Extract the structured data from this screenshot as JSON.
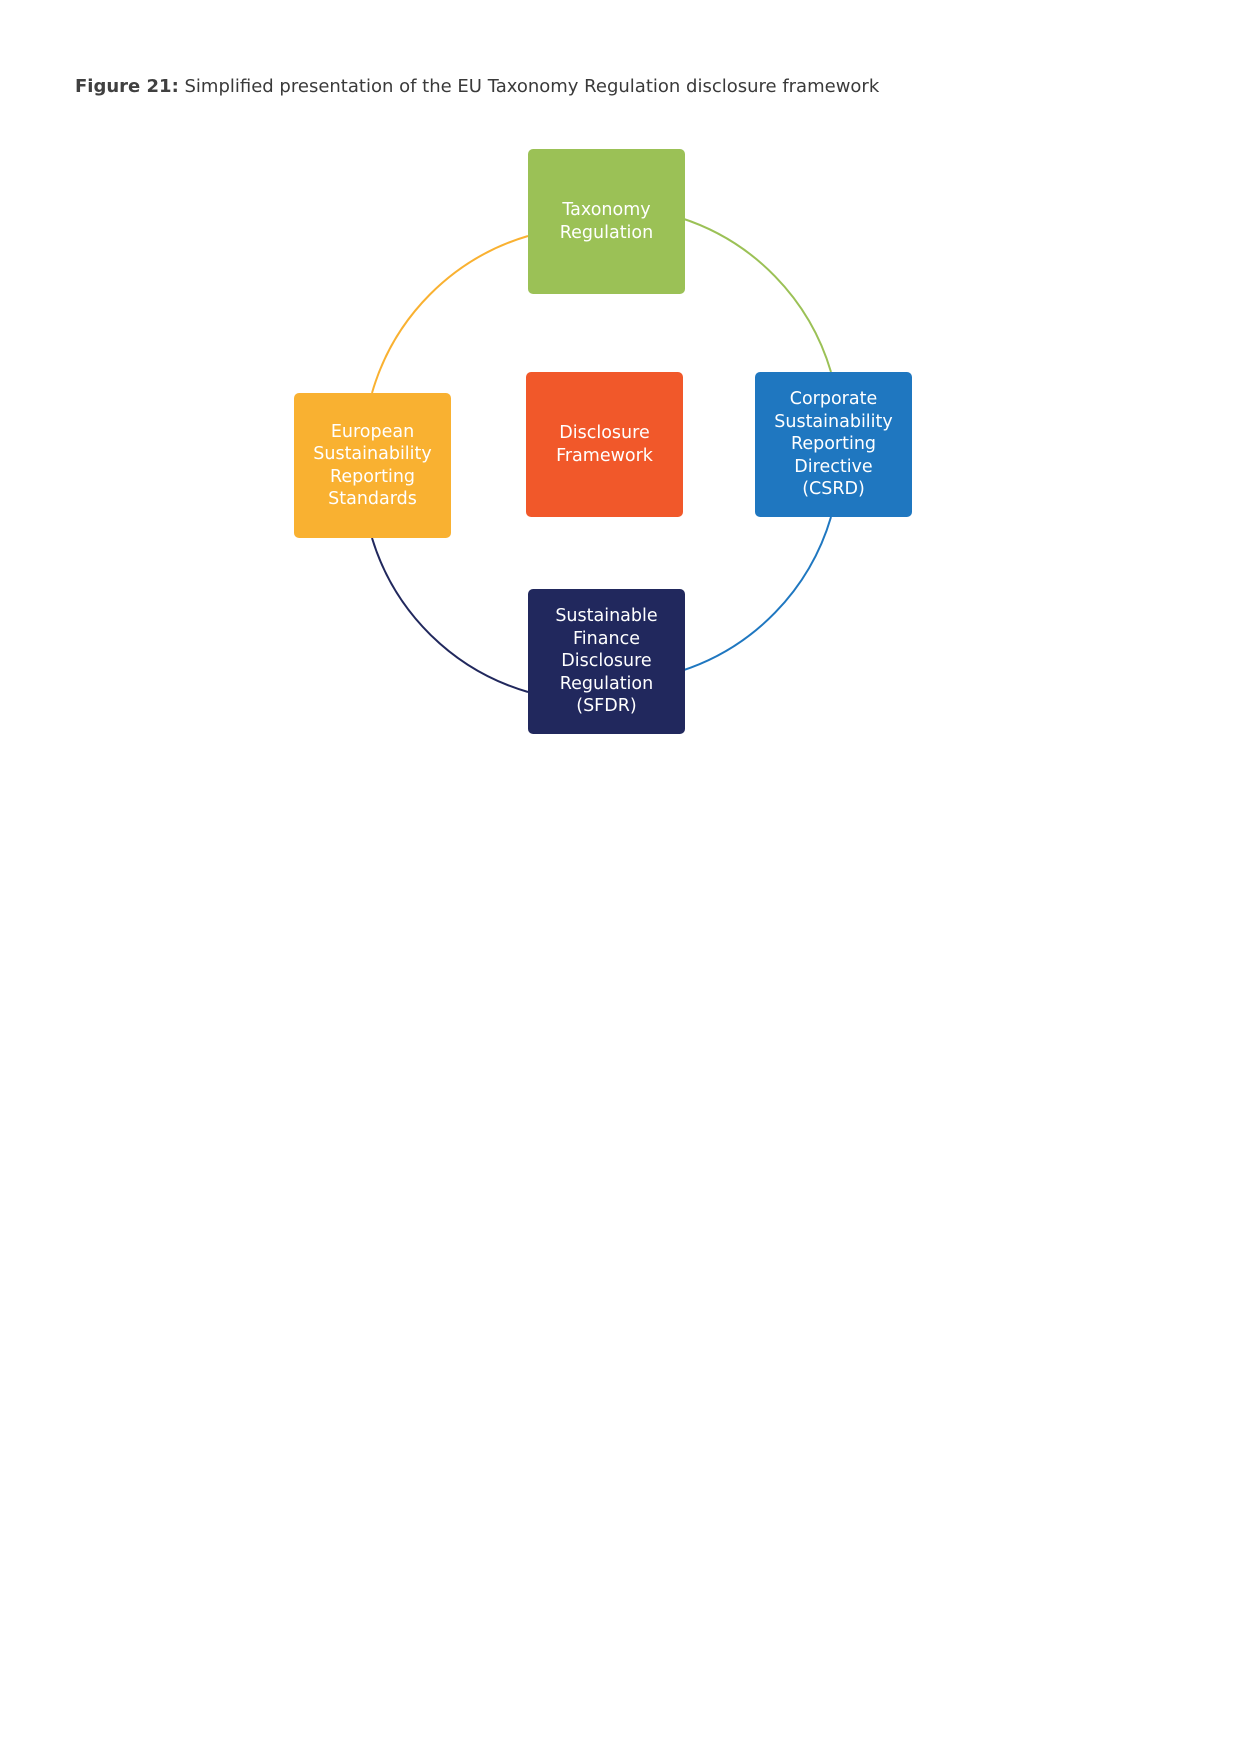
{
  "caption": {
    "label": "Figure 21:",
    "text": " Simplified presentation of the EU Taxonomy Regulation disclosure framework"
  },
  "diagram": {
    "nodes": {
      "taxonomy": {
        "lines": [
          "Taxonomy",
          "Regulation"
        ],
        "color": "#9bc156"
      },
      "center": {
        "lines": [
          "Disclosure",
          "Framework"
        ],
        "color": "#f1582a"
      },
      "csrd": {
        "lines": [
          "Corporate",
          "Sustainability",
          "Reporting",
          "Directive",
          "(CSRD)"
        ],
        "color": "#1f77c0"
      },
      "esrs": {
        "lines": [
          "European",
          "Sustainability",
          "Reporting",
          "Standards"
        ],
        "color": "#f9b131"
      },
      "sfdr": {
        "lines": [
          "Sustainable",
          "Finance",
          "Disclosure",
          "Regulation",
          "(SFDR)"
        ],
        "color": "#21285d"
      }
    },
    "arc_colors": {
      "taxonomy_to_csrd": "#9bc156",
      "csrd_to_sfdr": "#1f77c0",
      "sfdr_to_esrs": "#21285d",
      "esrs_to_taxonomy": "#f9b131"
    }
  }
}
